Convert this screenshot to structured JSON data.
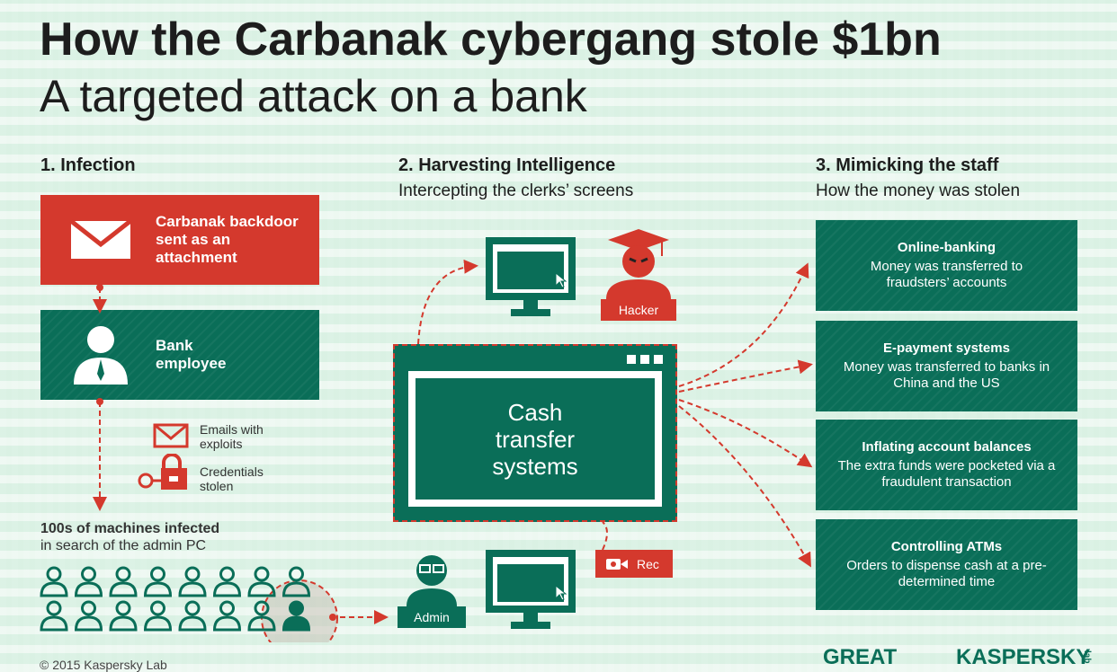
{
  "title": "How the Carbanak cybergang stole $1bn",
  "subtitle": "A targeted attack on a bank",
  "sections": [
    {
      "heading": "1. Infection"
    },
    {
      "heading": "2. Harvesting Intelligence",
      "sub": "Intercepting the clerks’ screens"
    },
    {
      "heading": "3. Mimicking the staff",
      "sub": "How the money was stolen"
    }
  ],
  "infection": {
    "backdoor": "Carbanak backdoor sent as an attachment",
    "employee": "Bank employee",
    "emails": "Emails with exploits",
    "credentials": "Credentials stolen",
    "machines_title": "100s of machines infected",
    "machines_sub": "in search of the admin PC"
  },
  "harvest": {
    "hacker": "Hacker",
    "cash": "Cash transfer systems",
    "admin": "Admin",
    "rec": "Rec"
  },
  "methods": [
    {
      "title": "Online-banking",
      "desc": "Money was transferred to fraudsters’ accounts"
    },
    {
      "title": "E-payment systems",
      "desc": "Money was transferred to banks in China and the US"
    },
    {
      "title": "Inflating account balances",
      "desc": "The extra funds were pocketed via a fraudulent transaction"
    },
    {
      "title": "Controlling ATMs",
      "desc": "Orders to dispense cash at a pre-determined time"
    }
  ],
  "footer": {
    "copyright": "© 2015 Kaspersky Lab",
    "logo_great": "GREAT",
    "logo_kaspersky": "KASPERSKY",
    "logo_lab": "lab"
  },
  "colors": {
    "green": "#0a6e58",
    "red": "#d4392d",
    "bg": "#e3f4ea"
  }
}
